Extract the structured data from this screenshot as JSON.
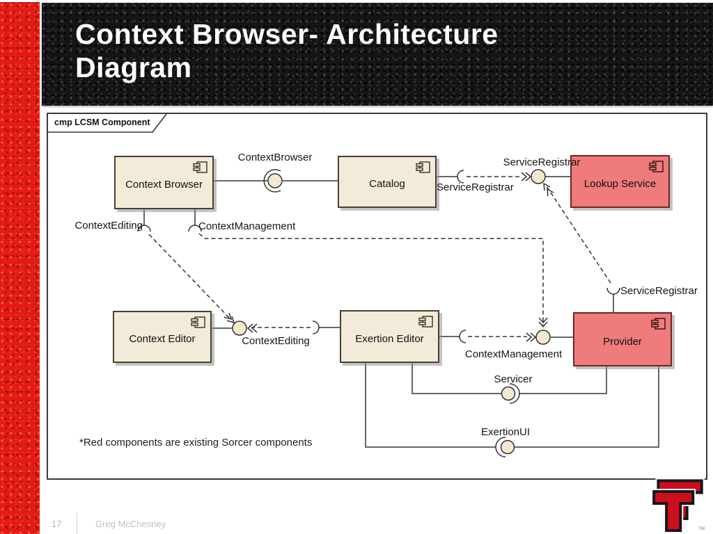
{
  "header": {
    "title_line1": "Context Browser- Architecture",
    "title_line2": "Diagram"
  },
  "diagram": {
    "frame_label": "cmp LCSM Component",
    "components": [
      {
        "id": "context-browser",
        "label": "Context Browser",
        "type": "new"
      },
      {
        "id": "catalog",
        "label": "Catalog",
        "type": "new"
      },
      {
        "id": "lookup-service",
        "label": "Lookup Service",
        "type": "existing-sorcer"
      },
      {
        "id": "context-editor",
        "label": "Context Editor",
        "type": "new"
      },
      {
        "id": "exertion-editor",
        "label": "Exertion Editor",
        "type": "new"
      },
      {
        "id": "provider",
        "label": "Provider",
        "type": "existing-sorcer"
      }
    ],
    "interface_labels": {
      "context_browser": "ContextBrowser",
      "service_registrar_top": "ServiceRegistrar",
      "service_registrar_mid": "ServiceRegistrar",
      "service_registrar_provider": "ServiceRegistrar",
      "context_editing_top": "ContextEditing",
      "context_management_top": "ContextManagement",
      "context_editing_bottom": "ContextEditing",
      "context_management_bottom": "ContextManagement",
      "servicer": "Servicer",
      "exertion_ui": "ExertionUI"
    },
    "footnote": "*Red components are existing Sorcer components"
  },
  "footer": {
    "page_number": "17",
    "author": "Greg McChesney"
  },
  "logo": {
    "name": "texas-tech-double-t",
    "trademark": "TM"
  },
  "colors": {
    "accent_red": "#e31b12",
    "header_black": "#151515",
    "component_fill": "#f3ebda",
    "existing_component_fill": "#ef7b7b",
    "connector": "#333333"
  }
}
